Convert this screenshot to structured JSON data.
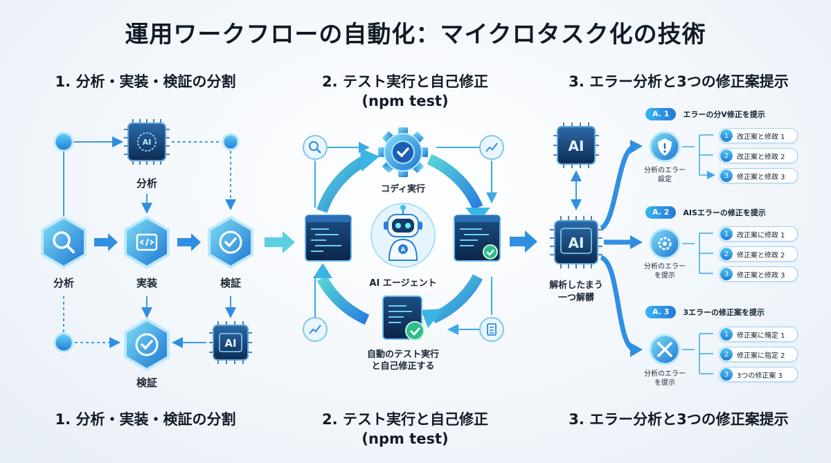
{
  "title": "運用ワークフローの自動化：マイクロタスク化の技術",
  "sections": [
    {
      "heading": "1. 分析・実装・検証の分割",
      "footer": "1. 分析・実装・検証の分割"
    },
    {
      "heading_line1": "2. テスト実行と自己修正",
      "heading_line2": "(npm test)",
      "footer_line1": "2. テスト実行と自己修正",
      "footer_line2": "(npm test)"
    },
    {
      "heading": "3. エラー分析と3つの修正案提示",
      "footer": "3. エラー分析と3つの修正案提示"
    }
  ],
  "section1": {
    "chip_label": "分析",
    "node_analysis": "分析",
    "node_impl": "実装",
    "node_verify": "検証",
    "bottom_verify": "検証",
    "chip_text_top": "AI",
    "chip_text_bottom": "AI"
  },
  "section2": {
    "code_run": "コディ実行",
    "agent": "AI エージェント",
    "agent_badge": "A",
    "auto_line1": "自動のテスト実行",
    "auto_line2": "と自己修正する"
  },
  "section3": {
    "chip_text_top": "AI",
    "chip_text_mid": "AI",
    "analysis_line1": "解析したまう",
    "analysis_line2": "一つ解髒",
    "groups": [
      {
        "tag": "A. 1",
        "header": "エラーの分V修正を提示",
        "caption_line1": "分析のエラー",
        "caption_line2": "設定",
        "items": [
          {
            "num": "1",
            "text": "改正案と修政 1"
          },
          {
            "num": "2",
            "text": "改正案と修政 2"
          },
          {
            "num": "3",
            "text": "修正案と修政 3"
          }
        ]
      },
      {
        "tag": "A. 2",
        "header": "AISエラーの修正を提示",
        "caption_line1": "分析のエラー",
        "caption_line2": "を提示",
        "items": [
          {
            "num": "1",
            "text": "改正案に修政 1"
          },
          {
            "num": "2",
            "text": "修正案と修政 2"
          },
          {
            "num": "3",
            "text": "修正案と修政 3"
          }
        ]
      },
      {
        "tag": "A. 3",
        "header": "3エラーの修正案を提示",
        "caption_line1": "分析のエラー",
        "caption_line2": "を提示",
        "items": [
          {
            "num": "1",
            "text": "修正案に脩定 1"
          },
          {
            "num": "2",
            "text": "修正案に指定 2"
          },
          {
            "num": "3",
            "text": "3つの修正案 3"
          }
        ]
      }
    ]
  },
  "colors": {
    "accent": "#2a8fe0",
    "cyan": "#3cc6e8",
    "navy": "#123a66",
    "green": "#37d19a"
  }
}
